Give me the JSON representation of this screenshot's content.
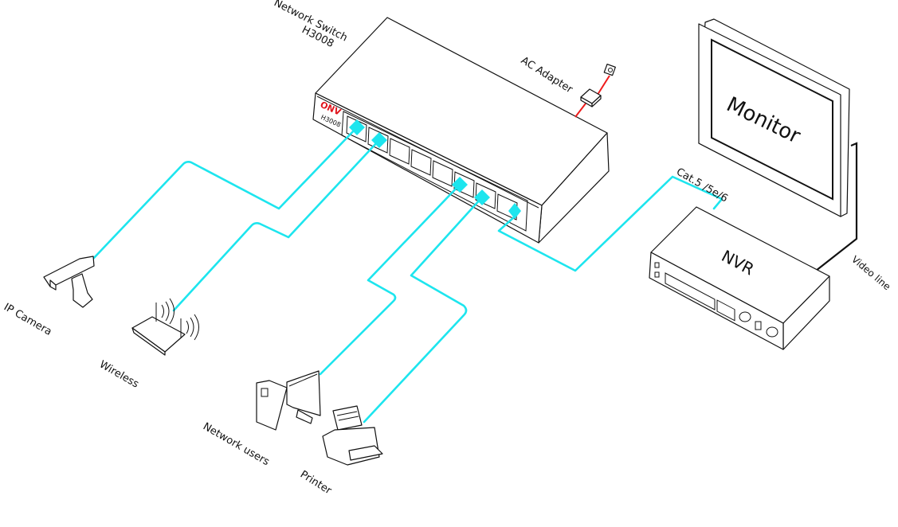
{
  "diagram": {
    "type": "network-topology",
    "cable_color": "#1de5ee",
    "power_cable_color": "#ee1c1c",
    "brand_color": "#e0141c",
    "video_line_color": "#111111"
  },
  "switch": {
    "label_line1": "Network Switch",
    "label_line2": "H3008",
    "brand": "ONV",
    "model": "H3008",
    "ports": [
      "01",
      "02",
      "03",
      "04",
      "05",
      "06",
      "07",
      "08"
    ],
    "connected_ports": [
      "01",
      "02",
      "06",
      "07",
      "08"
    ]
  },
  "ac_adapter": {
    "label": "AC Adapter"
  },
  "monitor": {
    "label": "Monitor"
  },
  "nvr": {
    "label": "NVR"
  },
  "cable_label": "Cat.5 /5e/6",
  "video_line_label": "Video line",
  "devices": [
    {
      "id": "ip-camera",
      "label": "IP Camera",
      "port": "01"
    },
    {
      "id": "wireless",
      "label": "Wireless",
      "port": "02"
    },
    {
      "id": "network-users",
      "label": "Network users",
      "port": "06"
    },
    {
      "id": "printer",
      "label": "Printer",
      "port": "07"
    },
    {
      "id": "nvr",
      "label": "NVR",
      "port": "08"
    }
  ]
}
